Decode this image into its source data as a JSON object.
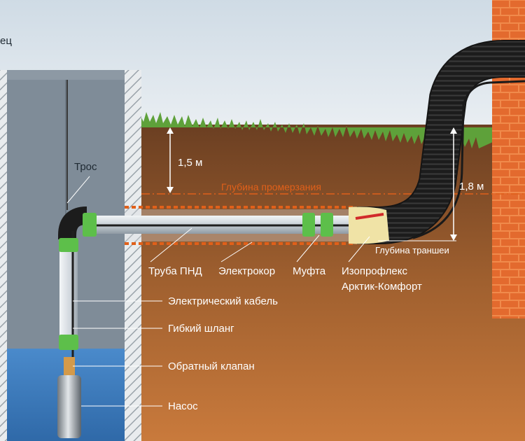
{
  "labels": {
    "corner_fragment": "ец",
    "rope": "Трос",
    "depth_1_5": "1,5 м",
    "depth_1_8": "1,8 м",
    "freezing_depth": "Глубина промерзания",
    "trench_depth": "Глубина траншеи",
    "hdpe_pipe": "Труба ПНД",
    "electrokor": "Электрокор",
    "coupling": "Муфта",
    "isoproflex_line1": "Изопрофлекс",
    "isoproflex_line2": "Арктик-Комфорт",
    "electric_cable": "Электрический кабель",
    "flexible_hose": "Гибкий шланг",
    "check_valve": "Обратный клапан",
    "pump": "Насос"
  },
  "colors": {
    "sky": "#dfe7ee",
    "soil": "#b06a3a",
    "grass": "#5ea13a",
    "water": "#3f7fbf",
    "well_shaft": "#7f8c98",
    "brick": "#e8743a",
    "coupling_green": "#5dbf4a",
    "freezing_line": "#e0601a"
  }
}
